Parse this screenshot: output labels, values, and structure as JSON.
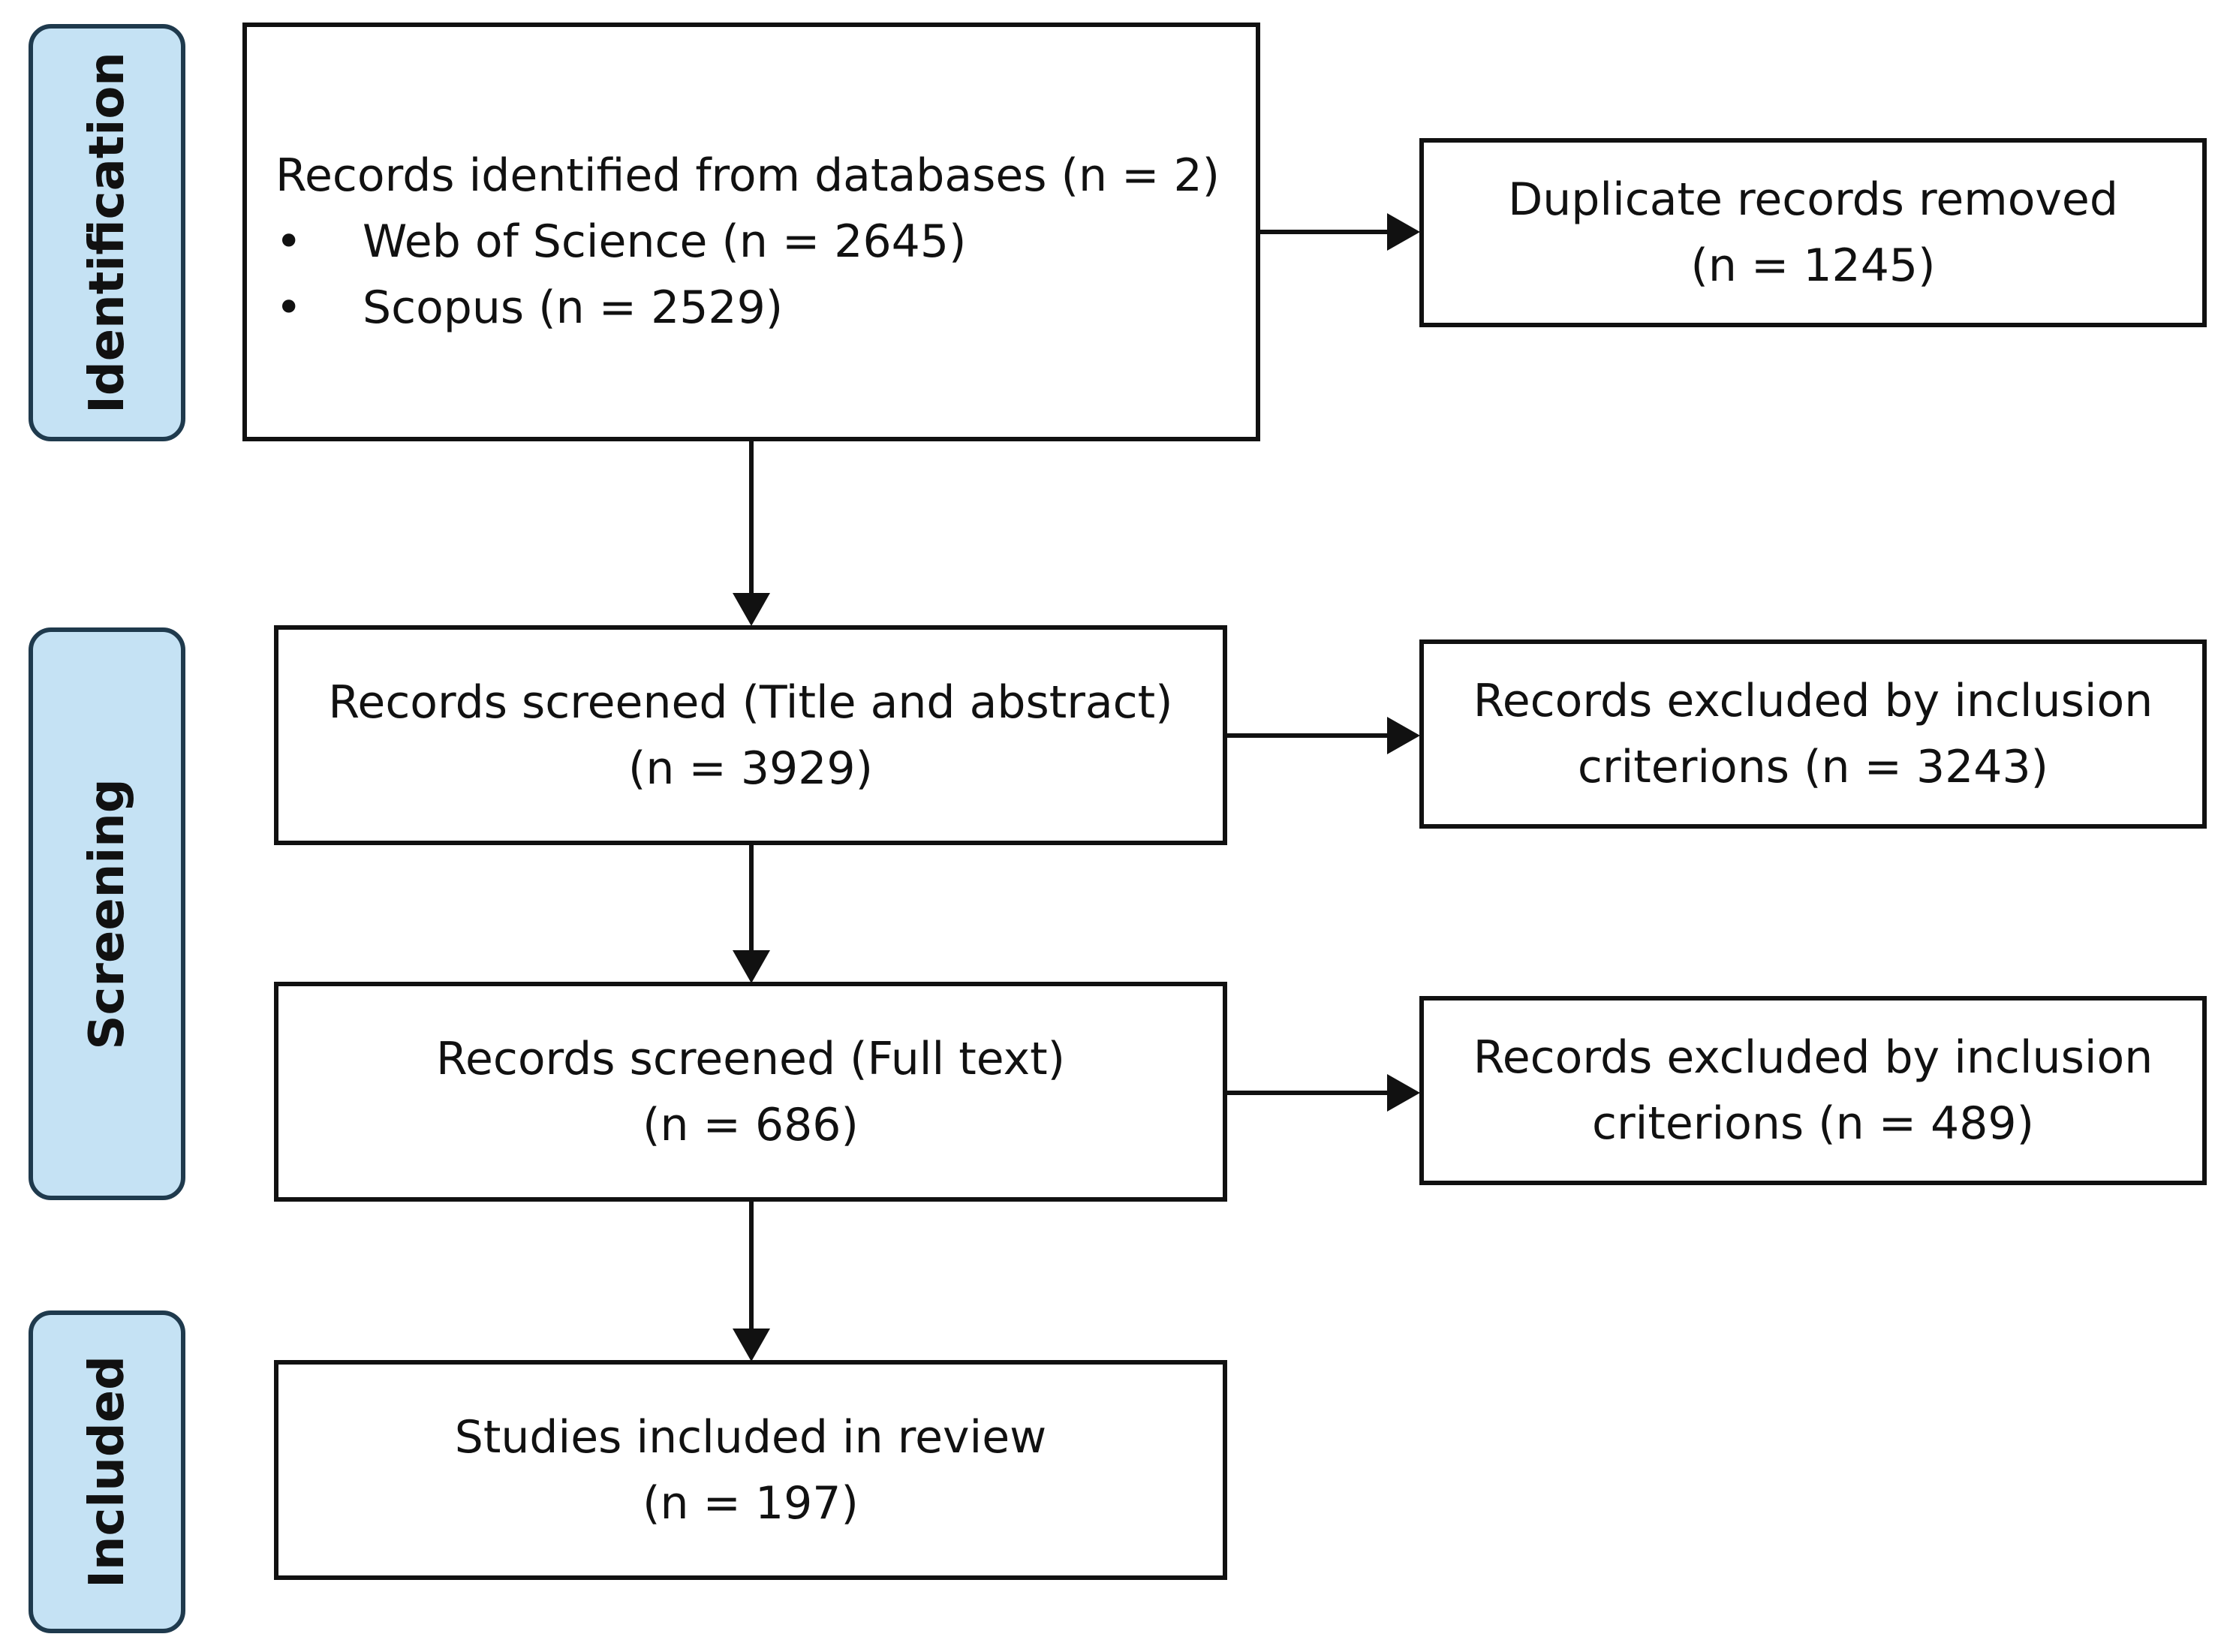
{
  "phases": {
    "identification": "Identification",
    "screening": "Screening",
    "included": "Included"
  },
  "boxes": {
    "records_identified": {
      "title": "Records identified from databases (n = 2)",
      "sources": [
        {
          "bullet": "•",
          "label": "Web of Science (n = 2645)"
        },
        {
          "bullet": "•",
          "label": "Scopus (n = 2529)"
        }
      ]
    },
    "duplicates_removed": {
      "line1": "Duplicate records removed",
      "line2": "(n = 1245)"
    },
    "screened_title_abstract": {
      "line1": "Records screened (Title and abstract)",
      "line2": "(n = 3929)"
    },
    "excluded_title_abstract": {
      "line1": "Records excluded by inclusion",
      "line2": "criterions  (n = 3243)"
    },
    "screened_full_text": {
      "line1": "Records screened (Full text)",
      "line2": "(n = 686)"
    },
    "excluded_full_text": {
      "line1": "Records excluded by inclusion",
      "line2": "criterions (n = 489)"
    },
    "included_studies": {
      "line1": "Studies included in review",
      "line2": "(n = 197)"
    }
  },
  "colors": {
    "phase_fill": "#c5e2f4",
    "phase_border": "#1f3a4d",
    "box_border": "#111111",
    "arrow": "#111111"
  }
}
